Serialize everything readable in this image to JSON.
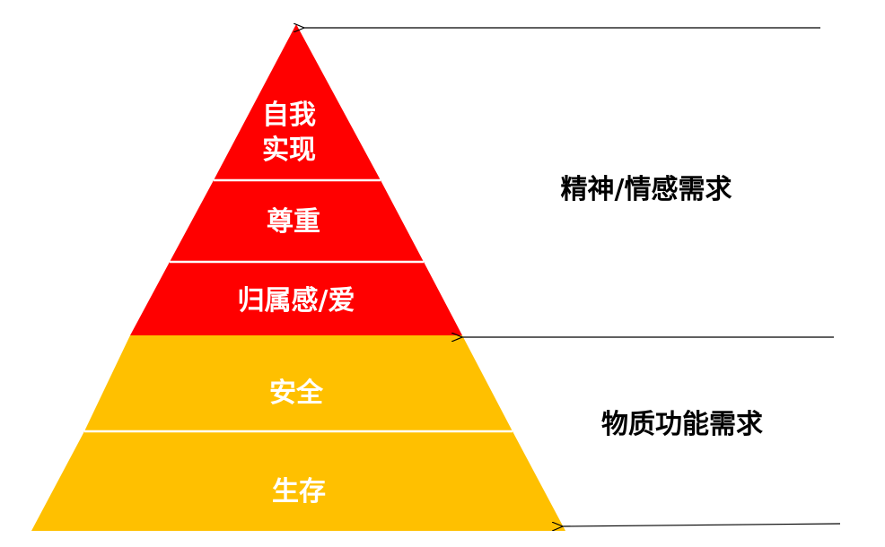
{
  "colors": {
    "upper": "#ff0000",
    "lower": "#ffc000",
    "divider": "#ffffff",
    "arrow": "#000000"
  },
  "levels": [
    {
      "line1": "自我",
      "line2": "实现"
    },
    {
      "label": "尊重"
    },
    {
      "label": "归属感/爱"
    },
    {
      "label": "安全"
    },
    {
      "label": "生存"
    }
  ],
  "groups": {
    "upper_label": "精神/情感需求",
    "lower_label": "物质功能需求"
  }
}
